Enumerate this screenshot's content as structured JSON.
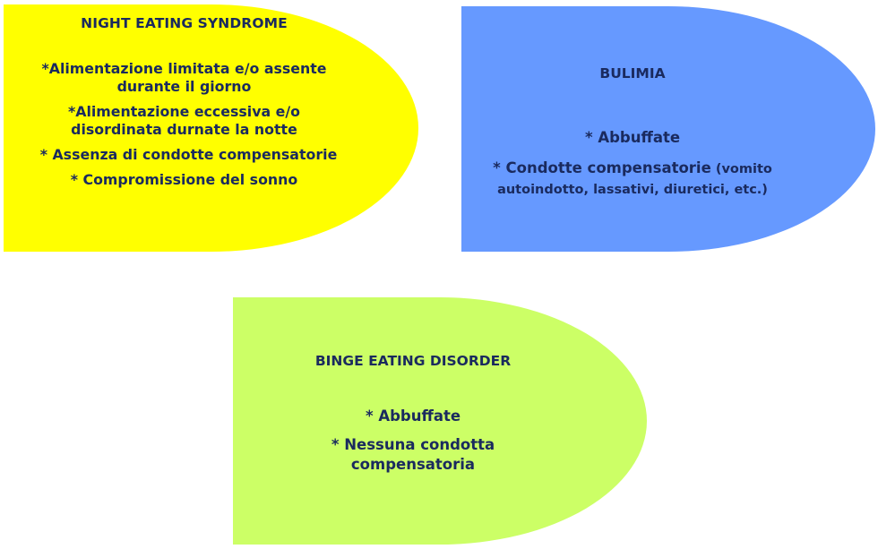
{
  "night_eating": {
    "title": "NIGHT EATING SYNDROME",
    "items": [
      [
        "*Alimentazione limitata e/o assente",
        "durante il giorno"
      ],
      [
        "*Alimentazione eccessiva e/o",
        "disordinata durnate la notte"
      ],
      [
        "* Assenza di condotte compensatorie"
      ],
      [
        "* Compromissione del sonno"
      ]
    ],
    "color": "#ffff00"
  },
  "bulimia": {
    "title": "BULIMIA",
    "item1": "* Abbuffate",
    "item2_main": "* Condotte compensatorie",
    "item2_note": " (vomito",
    "item2_line2": "autoindotto, lassativi, diuretici, etc.)",
    "color": "#6699ff"
  },
  "binge_eating": {
    "title": "BINGE EATING DISORDER",
    "item1": "* Abbuffate",
    "item2_line1": "* Nessuna condotta",
    "item2_line2": "compensatoria",
    "color": "#ccff66"
  }
}
